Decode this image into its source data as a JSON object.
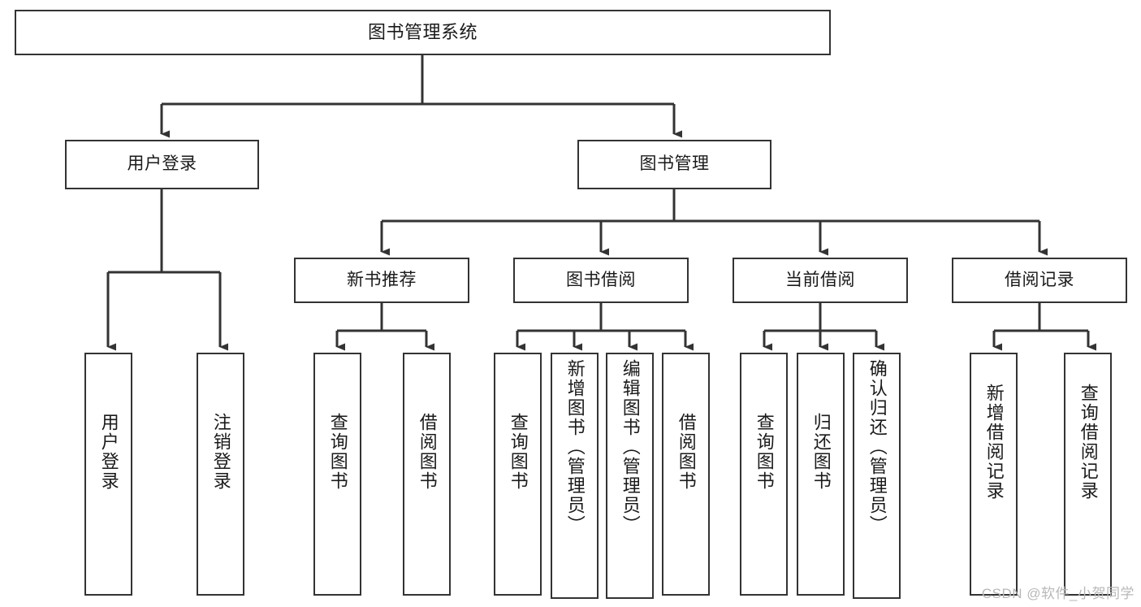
{
  "diagram": {
    "type": "tree-hierarchy-chart",
    "title": "图书管理系统",
    "watermark": "CSDN @软件_小贺同学",
    "colors": {
      "node_border": "#333333",
      "node_fill": "#ffffff",
      "connector": "#333333",
      "text": "#1a1a1a",
      "watermark": "#b8b8b8",
      "background": "#ffffff"
    },
    "levels": {
      "root": {
        "label": "图书管理系统"
      },
      "level2": [
        {
          "id": "user-login",
          "label": "用户登录"
        },
        {
          "id": "book-management",
          "label": "图书管理"
        }
      ],
      "level3": [
        {
          "id": "new-book-recommend",
          "label": "新书推荐",
          "parent": "book-management"
        },
        {
          "id": "book-borrow",
          "label": "图书借阅",
          "parent": "book-management"
        },
        {
          "id": "current-borrow",
          "label": "当前借阅",
          "parent": "book-management"
        },
        {
          "id": "borrow-record",
          "label": "借阅记录",
          "parent": "book-management"
        }
      ],
      "leaves": {
        "user-login": [
          {
            "id": "leaf-user-login",
            "label": "用户登录"
          },
          {
            "id": "leaf-user-logout",
            "label": "注销登录"
          }
        ],
        "new-book-recommend": [
          {
            "id": "leaf-query-book-1",
            "label": "查询图书"
          },
          {
            "id": "leaf-borrow-book-1",
            "label": "借阅图书"
          }
        ],
        "book-borrow": [
          {
            "id": "leaf-query-book-2",
            "label": "查询图书"
          },
          {
            "id": "leaf-add-book",
            "label": "新增图书（管理员）"
          },
          {
            "id": "leaf-edit-book",
            "label": "编辑图书（管理员）"
          },
          {
            "id": "leaf-borrow-book-2",
            "label": "借阅图书"
          }
        ],
        "current-borrow": [
          {
            "id": "leaf-query-book-3",
            "label": "查询图书"
          },
          {
            "id": "leaf-return-book",
            "label": "归还图书"
          },
          {
            "id": "leaf-confirm-return",
            "label": "确认归还（管理员）"
          }
        ],
        "borrow-record": [
          {
            "id": "leaf-add-record",
            "label": "新增借阅记录"
          },
          {
            "id": "leaf-query-record",
            "label": "查询借阅记录"
          }
        ]
      }
    }
  }
}
